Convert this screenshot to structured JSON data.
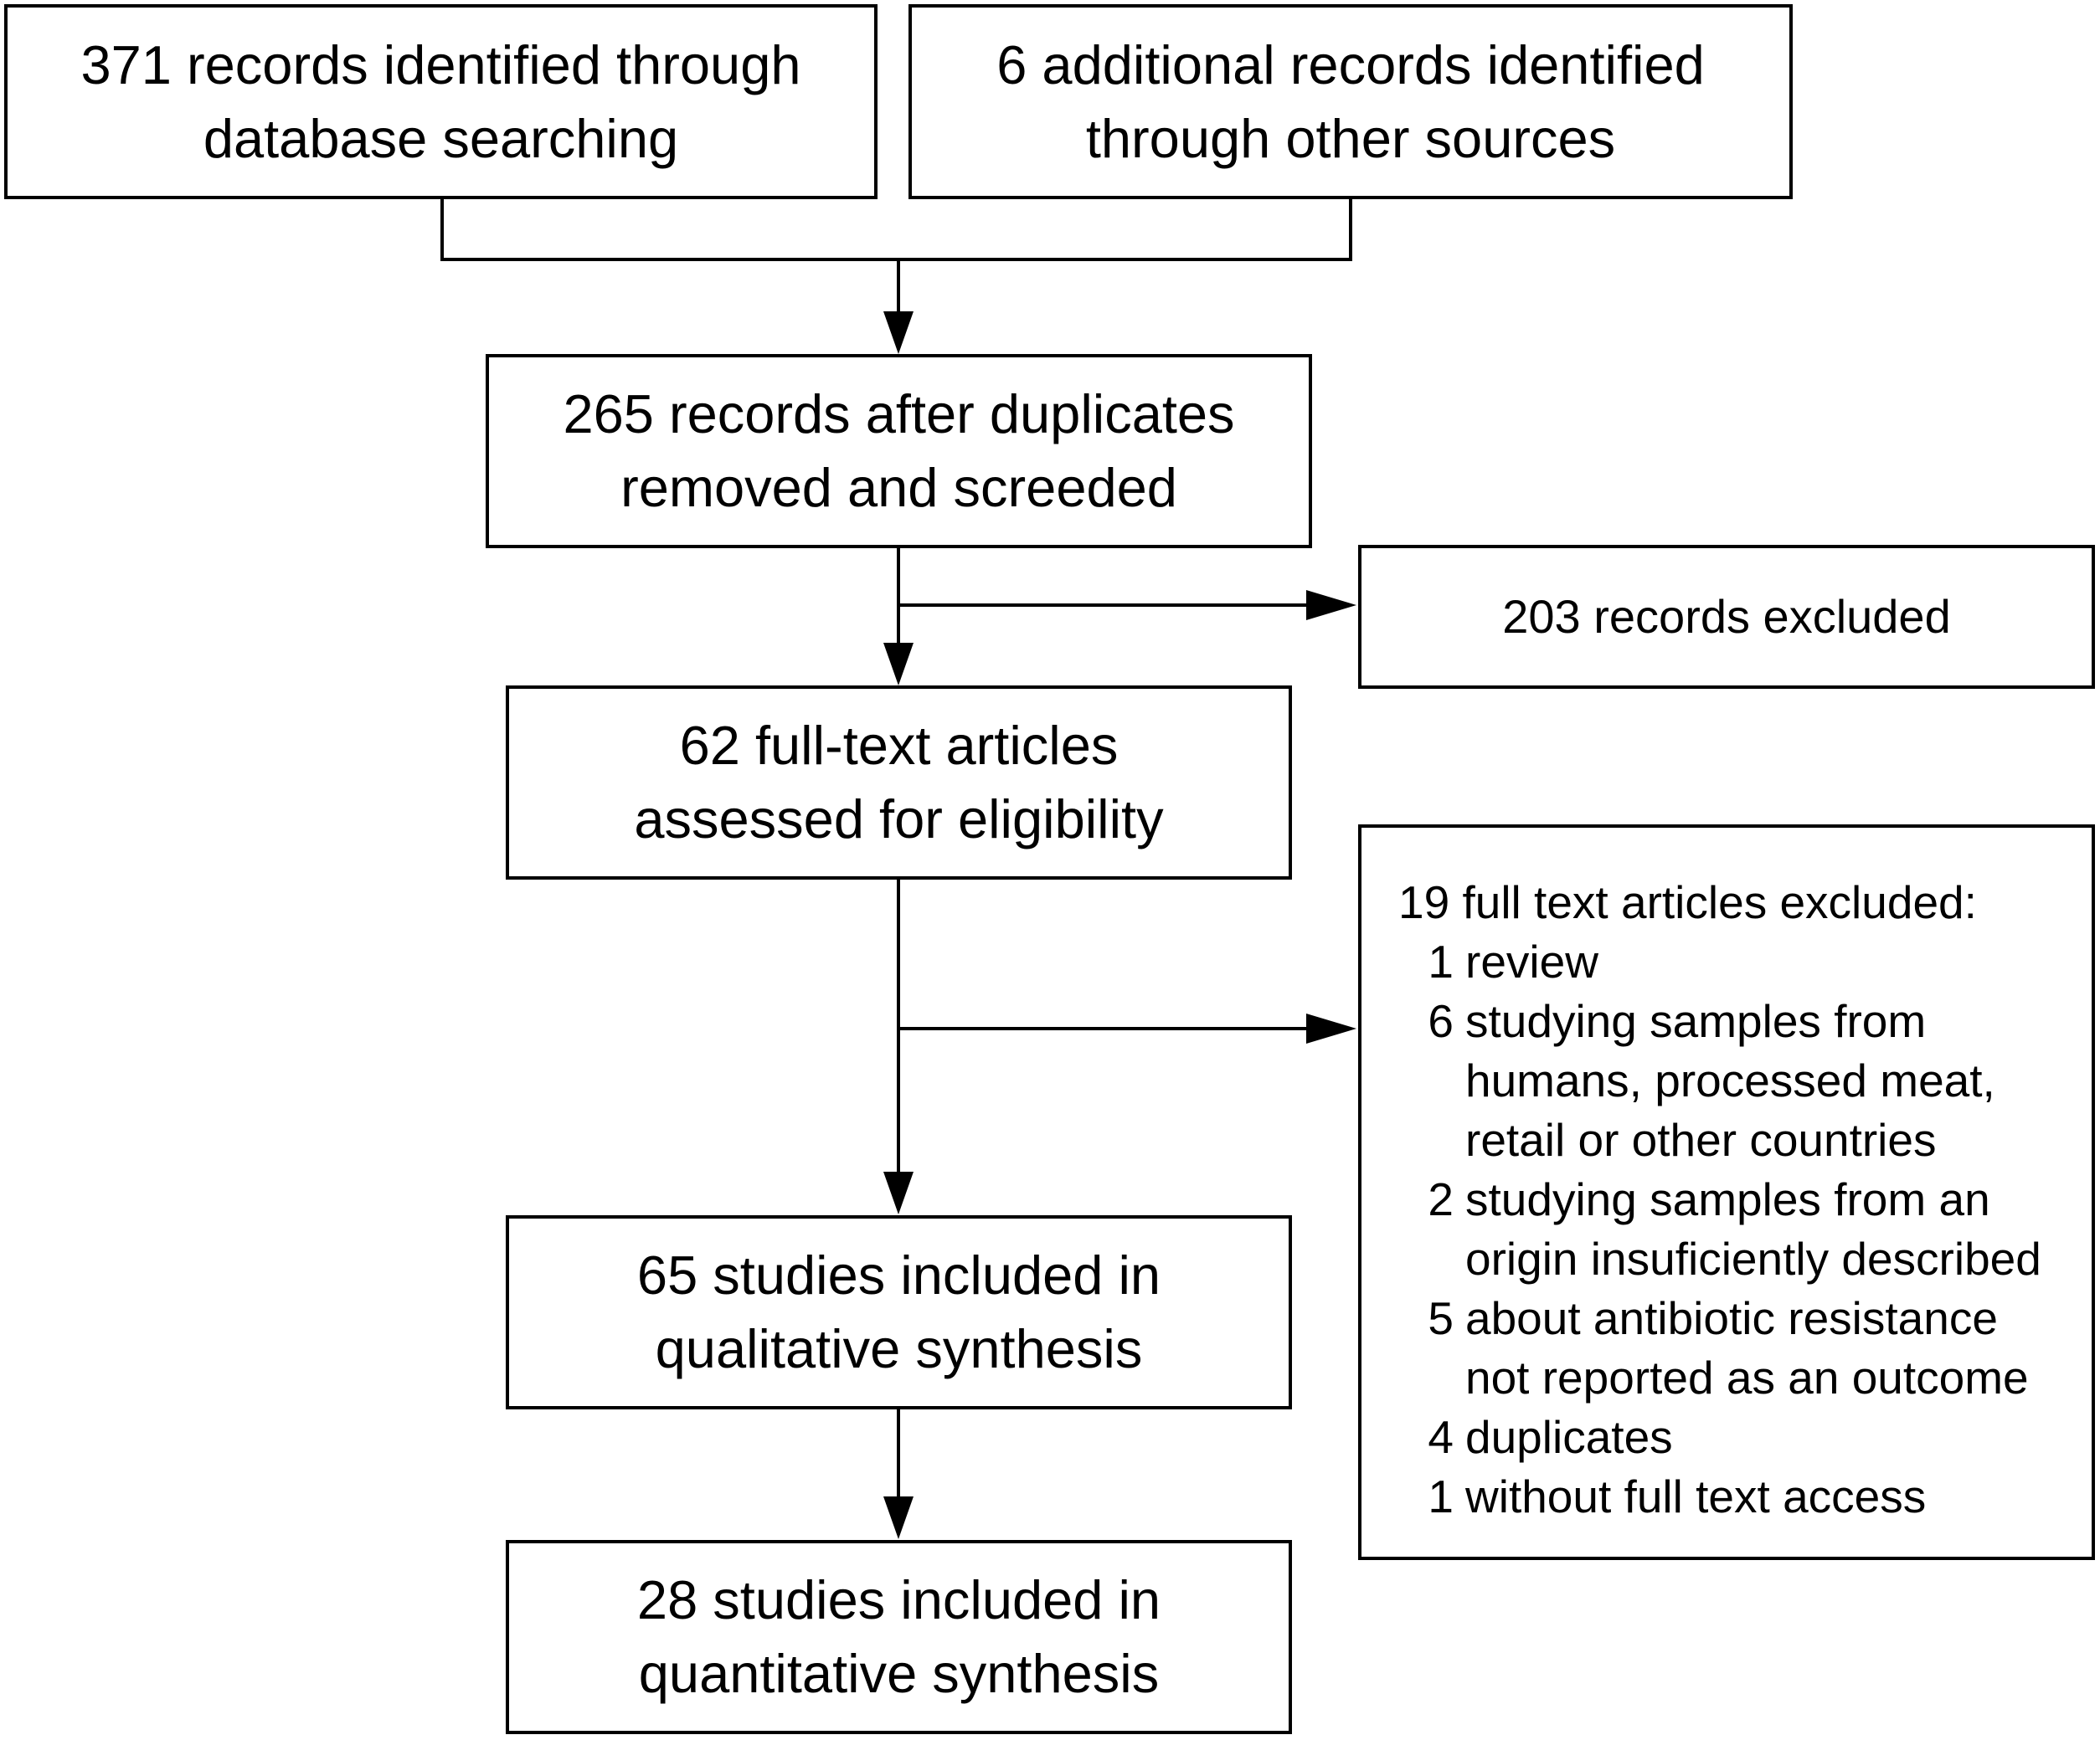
{
  "boxes": {
    "db_search": [
      "371 records identified through",
      "database searching"
    ],
    "other_sources": [
      "6 additional records identified",
      "through other sources"
    ],
    "after_duplicates": [
      "265 records after duplicates",
      "removed and screeded"
    ],
    "records_excluded": [
      "203 records excluded"
    ],
    "full_text_assessed": [
      "62 full-text articles",
      "assessed for eligibility"
    ],
    "qualitative": [
      "65 studies included in",
      "qualitative synthesis"
    ],
    "quantitative": [
      "28 studies included in",
      "quantitative synthesis"
    ]
  },
  "full_text_excluded": {
    "heading": "19 full text articles excluded:",
    "reasons": [
      {
        "count": "1",
        "lines": [
          "review"
        ]
      },
      {
        "count": "6",
        "lines": [
          "studying samples from",
          "humans, processed meat,",
          "retail or other countries"
        ]
      },
      {
        "count": "2",
        "lines": [
          "studying samples from an",
          "origin insuficiently described"
        ]
      },
      {
        "count": "5",
        "lines": [
          "about antibiotic resistance",
          "not reported as an outcome"
        ]
      },
      {
        "count": "4",
        "lines": [
          "duplicates"
        ]
      },
      {
        "count": "1",
        "lines": [
          "without full text access"
        ]
      }
    ]
  },
  "colors": {
    "line": "#000000",
    "background": "#ffffff"
  }
}
